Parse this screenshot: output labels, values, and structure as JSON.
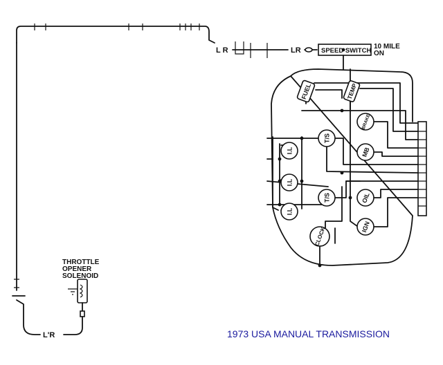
{
  "diagram": {
    "caption": "1973 USA MANUAL TRANSMISSION",
    "wire_labels": {
      "lr_top_left": "L R",
      "lr_top_right": "LR",
      "lr_bottom": "L'R"
    },
    "speed_switch": {
      "label": "SPEED SWITCH",
      "note_line1": "10 MILE",
      "note_line2": "ON"
    },
    "solenoid": {
      "line1": "THROTTLE",
      "line2": "OPENER",
      "line3": "SOLENOID"
    },
    "gauges": {
      "fuel": "FUEL",
      "temp": "TEMP",
      "brake": "BRAKE",
      "mb": "MB",
      "oil": "OIL",
      "ign": "IGN",
      "clock": "CLOCK",
      "ts_upper": "T/S",
      "ts_lower": "T/S",
      "il_1": "I.L",
      "il_2": "I.L",
      "il_3": "I.L"
    }
  }
}
